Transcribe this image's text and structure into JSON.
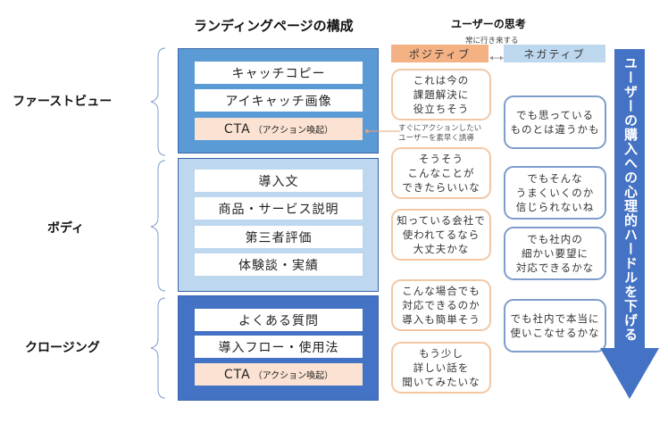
{
  "header": {
    "lp_title": "ランディングページの構成",
    "user_title": "ユーザーの思考",
    "toggle_note": "常に行き来する",
    "positive_label": "ポジティブ",
    "negative_label": "ネガティブ"
  },
  "sections": [
    {
      "label": "ファーストビュー",
      "items": [
        {
          "text": "キャッチコピー",
          "type": "normal"
        },
        {
          "text": "アイキャッチ画像",
          "type": "normal"
        },
        {
          "text": "CTA",
          "sub": "（アクション喚起）",
          "type": "cta"
        }
      ]
    },
    {
      "label": "ボディ",
      "items": [
        {
          "text": "導入文",
          "type": "normal"
        },
        {
          "text": "商品・サービス説明",
          "type": "normal"
        },
        {
          "text": "第三者評価",
          "type": "normal"
        },
        {
          "text": "体験談・実績",
          "type": "normal"
        }
      ]
    },
    {
      "label": "クロージング",
      "items": [
        {
          "text": "よくある質問",
          "type": "normal"
        },
        {
          "text": "導入フロー・使用法",
          "type": "normal"
        },
        {
          "text": "CTA",
          "sub": "（アクション喚起）",
          "type": "cta"
        }
      ]
    }
  ],
  "cta_note": {
    "line1": "すぐにアクションしたい",
    "line2": "ユーザーを素早く誘導"
  },
  "positive_thoughts": [
    {
      "lines": [
        "これは今の",
        "課題解決に",
        "役立ちそう"
      ]
    },
    {
      "lines": [
        "そうそう",
        "こんなことが",
        "できたらいいな"
      ]
    },
    {
      "lines": [
        "知っている会社で",
        "使われてるなら",
        "大丈夫かな"
      ]
    },
    {
      "lines": [
        "こんな場合でも",
        "対応できるのか",
        "導入も簡単そう"
      ]
    },
    {
      "lines": [
        "もう少し",
        "詳しい話を",
        "聞いてみたいな"
      ]
    }
  ],
  "negative_thoughts": [
    {
      "lines": [
        "でも思っている",
        "ものとは違うかも"
      ]
    },
    {
      "lines": [
        "でもそんな",
        "うまくいくのか",
        "信じられないね"
      ]
    },
    {
      "lines": [
        "でも社内の",
        "細かい要望に",
        "対応できるかな"
      ]
    },
    {
      "lines": [
        "でも社内で本当に",
        "使いこなせるかな"
      ]
    }
  ],
  "arrow": {
    "text": "ユーザーの購入への心理的ハードルを下げる"
  },
  "colors": {
    "firstview_bg": "#5b9bd5",
    "body_bg": "#bdd7ee",
    "closing_bg": "#4472c4",
    "cta_bg": "#fbe2d2",
    "positive": "#f4b183",
    "negative": "#bdd7ee",
    "arrow": "#4472c4"
  }
}
